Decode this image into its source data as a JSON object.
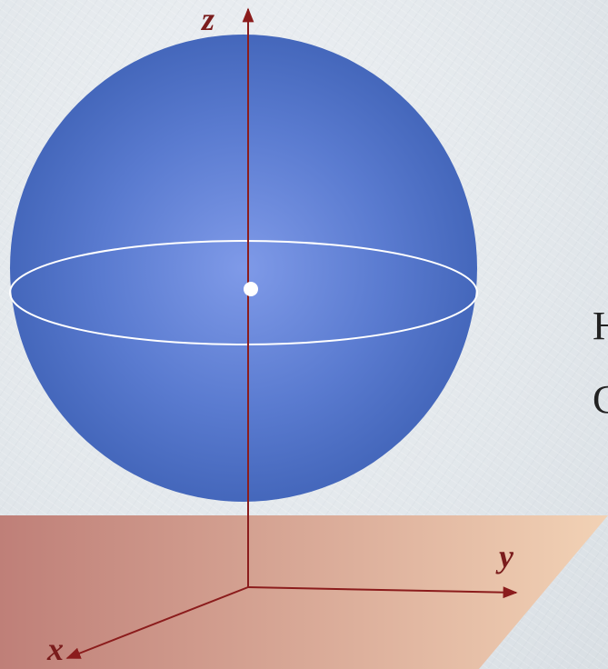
{
  "axes": {
    "x_label": "x",
    "y_label": "y",
    "z_label": "z"
  },
  "side_text": {
    "line1": "Н",
    "line2": "С"
  },
  "colors": {
    "sphere": "#4a6fc4",
    "sphere_highlight": "#7f9ae8",
    "plane_left": "#bf7f78",
    "plane_right": "#f2d2b5",
    "axis": "#8b1c1c",
    "equator": "#ffffff",
    "center_point": "#ffffff"
  }
}
